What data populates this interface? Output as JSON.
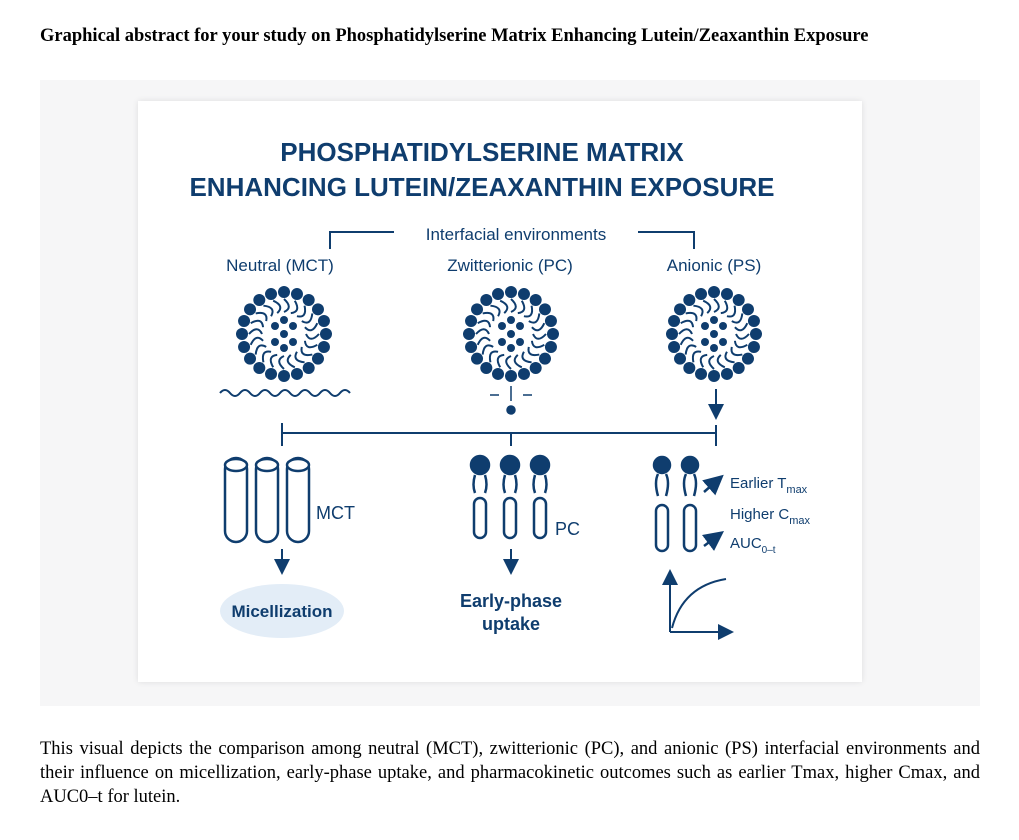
{
  "document": {
    "title": "Graphical abstract for your study on Phosphatidylserine Matrix Enhancing Lutein/Zeaxanthin Exposure",
    "caption": "This visual depicts the comparison among neutral (MCT), zwitterionic (PC), and anionic (PS) interfacial environments and their influence on micellization, early-phase uptake, and pharmacokinetic outcomes such as earlier Tmax, higher Cmax, and AUC0–t for lutein."
  },
  "figure": {
    "title_line1": "PHOSPHATIDYLSERINE MATRIX",
    "title_line2": "ENHANCING LUTEIN/ZEAXANTHIN EXPOSURE",
    "bracket_label": "Interfacial environments",
    "columns": [
      {
        "label": "Neutral (MCT)",
        "carrier_label": "MCT",
        "outcome": "Micellization"
      },
      {
        "label": "Zwitterionic (PC)",
        "carrier_label": "PC",
        "outcome_line1": "Early-phase",
        "outcome_line2": "uptake"
      },
      {
        "label": "Anionic (PS)"
      }
    ],
    "pk_outcomes": {
      "tmax_main": "Earlier T",
      "tmax_sub": "max",
      "cmax_main": "Higher C",
      "cmax_sub": "max",
      "auc_main": "AUC",
      "auc_sub": "0–t"
    },
    "colors": {
      "navy": "#0f3d6e",
      "micelle_fill": "#e3edf7"
    }
  }
}
